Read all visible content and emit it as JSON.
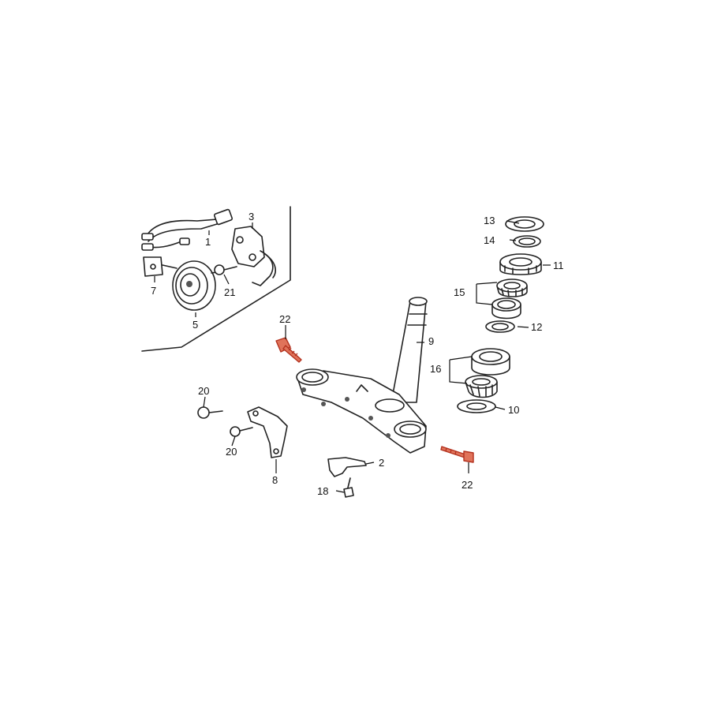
{
  "diagram": {
    "highlight_color": "#e0735a",
    "ink_color": "#222222",
    "callouts": [
      {
        "id": "c1",
        "text": "1"
      },
      {
        "id": "c2",
        "text": "2"
      },
      {
        "id": "c3",
        "text": "3"
      },
      {
        "id": "c5",
        "text": "5"
      },
      {
        "id": "c7",
        "text": "7"
      },
      {
        "id": "c8",
        "text": "8"
      },
      {
        "id": "c9",
        "text": "9"
      },
      {
        "id": "c10",
        "text": "10"
      },
      {
        "id": "c11",
        "text": "11"
      },
      {
        "id": "c12",
        "text": "12"
      },
      {
        "id": "c13",
        "text": "13"
      },
      {
        "id": "c14",
        "text": "14"
      },
      {
        "id": "c15",
        "text": "15"
      },
      {
        "id": "c16",
        "text": "16"
      },
      {
        "id": "c18",
        "text": "18"
      },
      {
        "id": "c20a",
        "text": "20"
      },
      {
        "id": "c20b",
        "text": "20"
      },
      {
        "id": "c21",
        "text": "21"
      },
      {
        "id": "c22a",
        "text": "22"
      },
      {
        "id": "c22b",
        "text": "22"
      }
    ]
  }
}
